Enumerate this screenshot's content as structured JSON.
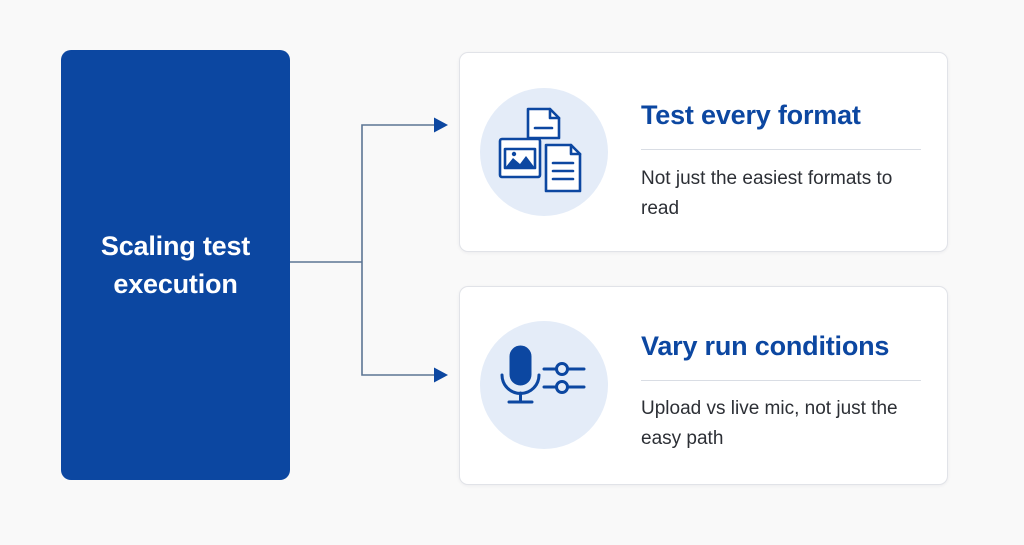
{
  "root": {
    "label": "Scaling test execution"
  },
  "cards": [
    {
      "title": "Test every format",
      "description": "Not just the easiest formats to read",
      "icon": "documents-icon"
    },
    {
      "title": "Vary run conditions",
      "description": "Upload vs live mic, not just the easy path",
      "icon": "microphone-sliders-icon"
    }
  ],
  "colors": {
    "primary": "#0c47a1",
    "icon_background": "#e4ecf8",
    "card_background": "#ffffff",
    "canvas_background": "#f9f9f9",
    "connector": "#5c7594"
  }
}
